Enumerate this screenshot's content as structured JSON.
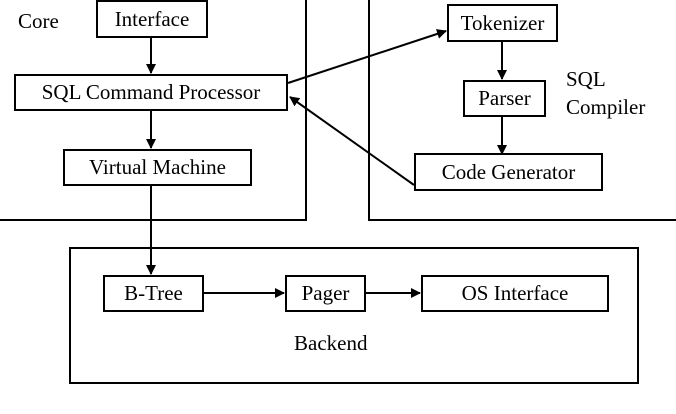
{
  "groups": {
    "core": "Core",
    "compiler_line1": "SQL",
    "compiler_line2": "Compiler",
    "backend": "Backend"
  },
  "nodes": {
    "interface": "Interface",
    "sql_command_processor": "SQL Command Processor",
    "virtual_machine": "Virtual Machine",
    "tokenizer": "Tokenizer",
    "parser": "Parser",
    "code_generator": "Code Generator",
    "b_tree": "B-Tree",
    "pager": "Pager",
    "os_interface": "OS Interface"
  },
  "edges": [
    {
      "from": "interface",
      "to": "sql_command_processor"
    },
    {
      "from": "sql_command_processor",
      "to": "virtual_machine"
    },
    {
      "from": "sql_command_processor",
      "to": "tokenizer"
    },
    {
      "from": "tokenizer",
      "to": "parser"
    },
    {
      "from": "parser",
      "to": "code_generator"
    },
    {
      "from": "code_generator",
      "to": "sql_command_processor"
    },
    {
      "from": "virtual_machine",
      "to": "b_tree"
    },
    {
      "from": "b_tree",
      "to": "pager"
    },
    {
      "from": "pager",
      "to": "os_interface"
    }
  ]
}
